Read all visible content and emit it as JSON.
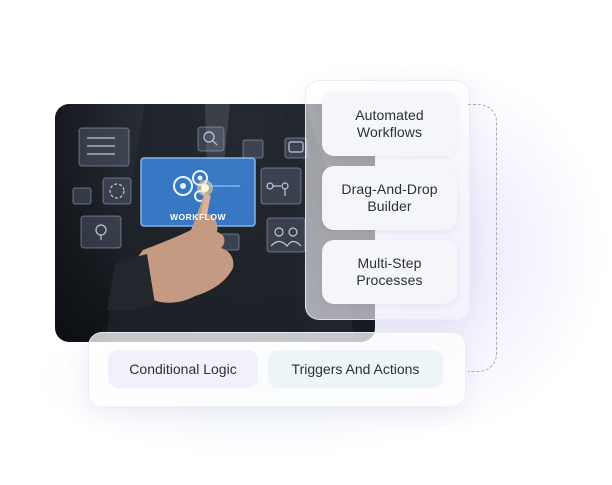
{
  "hero_image": {
    "screen_label": "WORKFLOW"
  },
  "feature_cards": [
    {
      "label": "Automated Workflows"
    },
    {
      "label": "Drag-And-Drop Builder"
    },
    {
      "label": "Multi-Step Processes"
    }
  ],
  "feature_pills": [
    {
      "label": "Conditional Logic"
    },
    {
      "label": "Triggers And Actions"
    }
  ],
  "colors": {
    "card_bg": "#f5f6f9",
    "text": "#2b2f38",
    "pill_conditional": "#f2f1fb",
    "pill_triggers": "#eef5f7",
    "accent_blue": "#3b7fd0",
    "dashed_line": "#a9aab8"
  }
}
